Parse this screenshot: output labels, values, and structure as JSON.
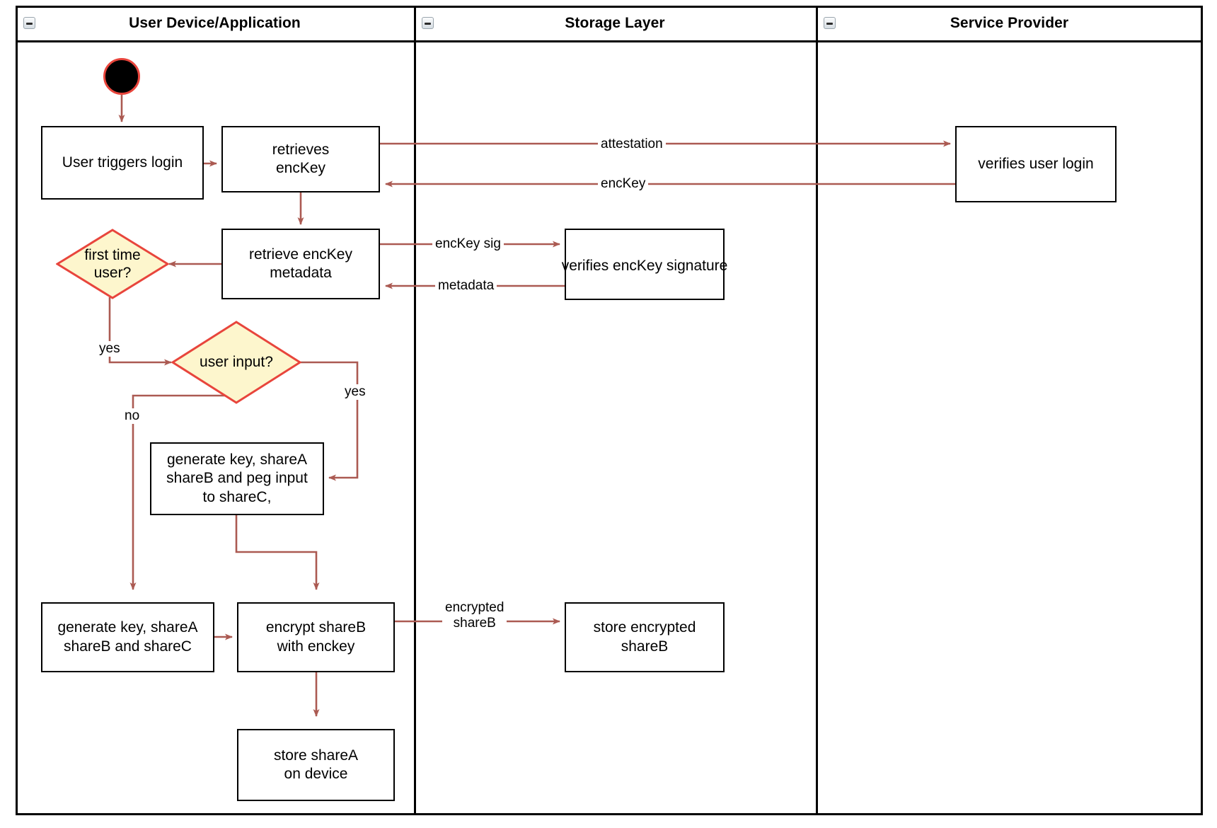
{
  "diagram": {
    "type": "uml-activity-swimlane",
    "accent_arrow_color": "#ab5a52",
    "decision_fill": "#fdf6cd",
    "decision_stroke": "#e8453c",
    "start_fill": "#000000",
    "start_stroke": "#e8453c",
    "node_stroke": "#000000",
    "lanes": [
      {
        "id": "user-device",
        "title": "User Device/Application"
      },
      {
        "id": "storage-layer",
        "title": "Storage Layer"
      },
      {
        "id": "service-provider",
        "title": "Service Provider"
      }
    ],
    "nodes": {
      "start": {
        "label": ""
      },
      "user_triggers_login": {
        "label": "User triggers login"
      },
      "retrieves_enckey": {
        "label": "retrieves\nencKey"
      },
      "verifies_user_login": {
        "label": "verifies user login"
      },
      "first_time_user": {
        "label": "first time\nuser?"
      },
      "retrieve_enckey_metadata": {
        "label": "retrieve encKey\nmetadata"
      },
      "verifies_enckey_signature": {
        "label": "verifies encKey signature"
      },
      "user_input": {
        "label": "user input?"
      },
      "generate_peg": {
        "label": "generate key, shareA\nshareB and peg input\nto shareC,"
      },
      "generate_shares": {
        "label": "generate key, shareA\nshareB and shareC"
      },
      "encrypt_shareb": {
        "label": "encrypt shareB\nwith enckey"
      },
      "store_encrypted_shareb": {
        "label": "store encrypted\nshareB"
      },
      "store_sharea": {
        "label": "store shareA\non device"
      }
    },
    "edge_labels": {
      "attestation": "attestation",
      "enckey": "encKey",
      "enckey_sig": "encKey sig",
      "metadata": "metadata",
      "yes_first_time": "yes",
      "yes_user_input": "yes",
      "no_user_input": "no",
      "encrypted_shareb": "encrypted\nshareB"
    },
    "icons": {
      "collapse": "collapse-minus-icon"
    }
  }
}
